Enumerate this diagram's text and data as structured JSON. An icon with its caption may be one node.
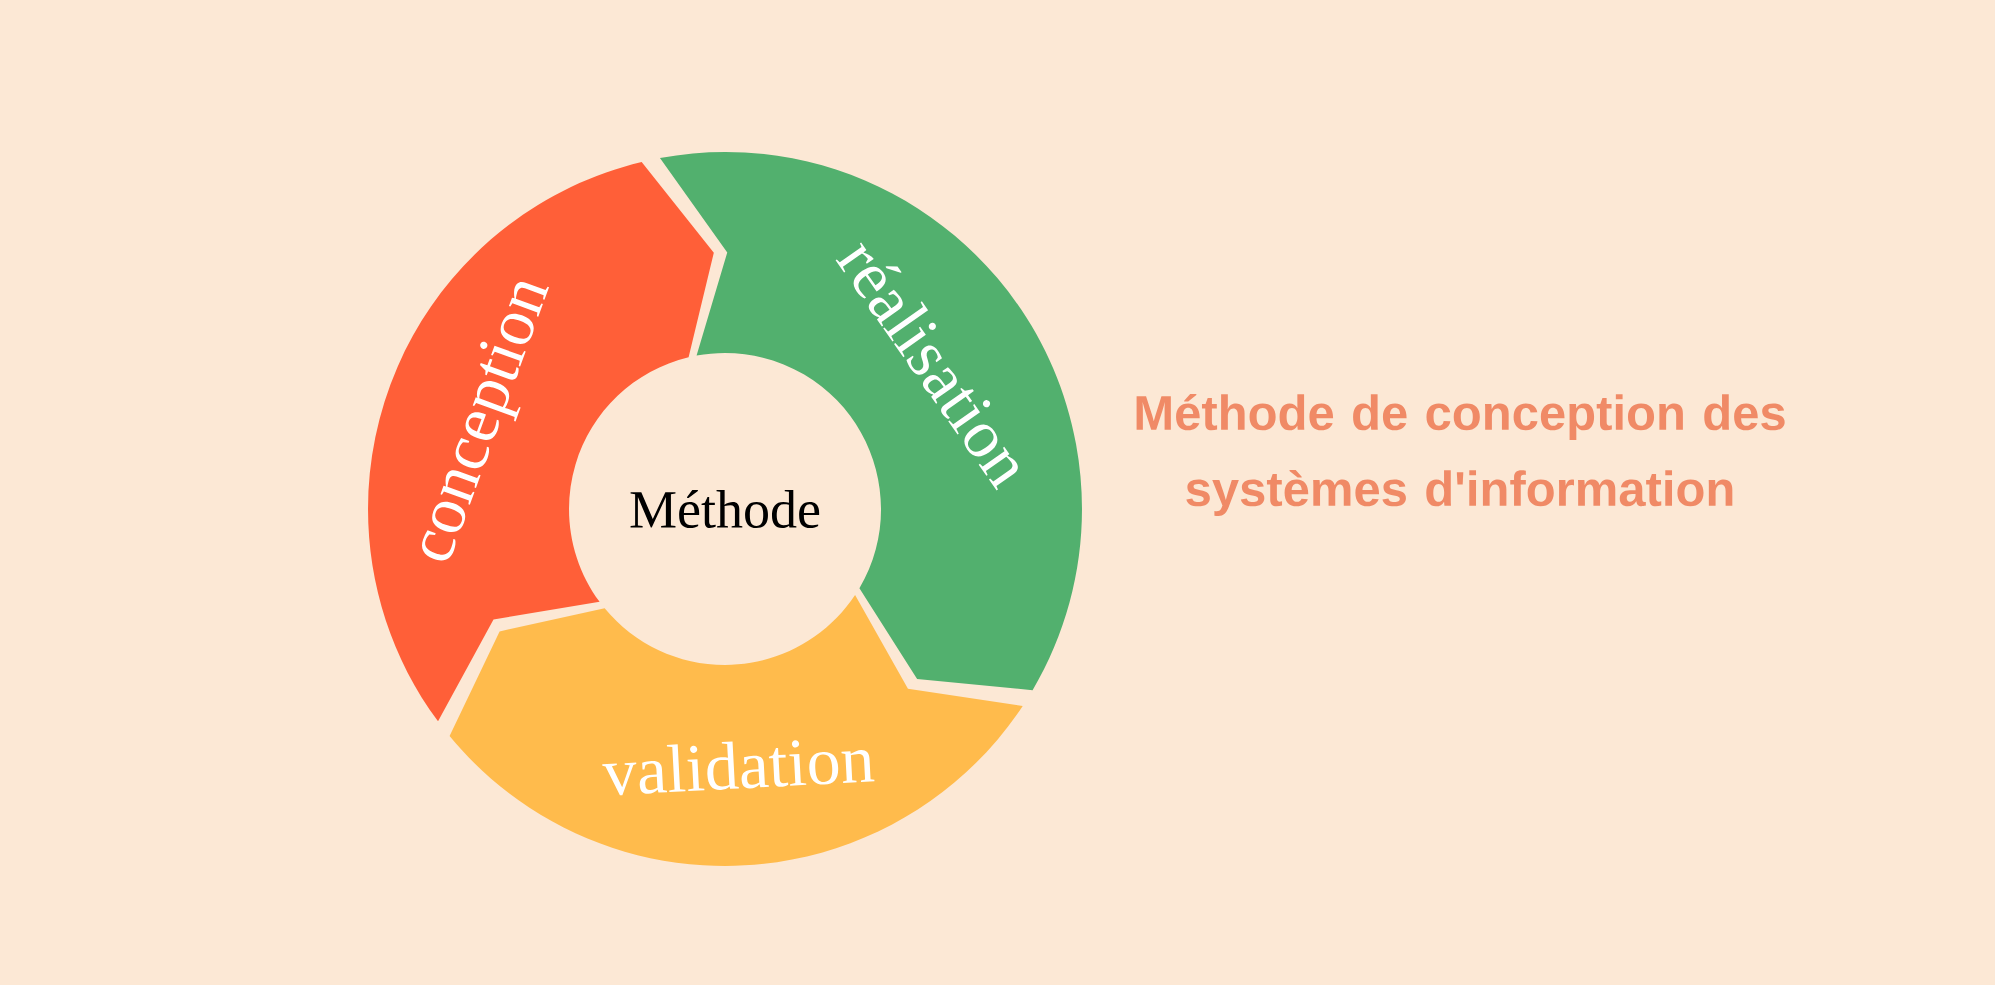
{
  "diagram": {
    "title": "Méthode de conception des systèmes d'information",
    "nodes": [
      {
        "text": [
          "conception"
        ]
      },
      {
        "text": [
          "réalisation"
        ]
      },
      {
        "text": [
          "validation"
        ]
      },
      {
        "text": [
          "Méthode"
        ]
      }
    ]
  }
}
